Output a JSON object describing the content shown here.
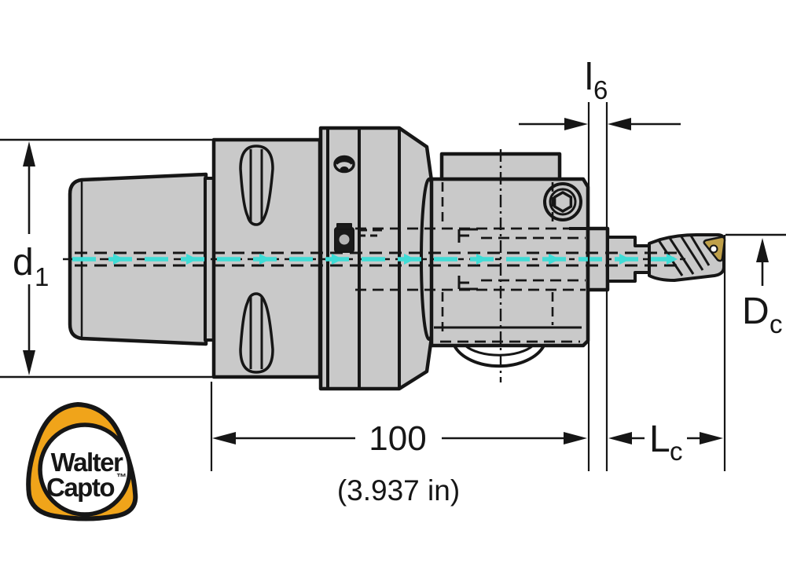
{
  "drawing": {
    "labels": {
      "d1": {
        "base": "d",
        "sub": "1"
      },
      "l6": {
        "base": "l",
        "sub": "6"
      },
      "Dc": {
        "base": "D",
        "sub": "c"
      },
      "Lc": {
        "base": "L",
        "sub": "c"
      },
      "length_mm": "100",
      "length_in": "(3.937 in)"
    },
    "logo": {
      "line1": "Walter",
      "line2": "Capto",
      "trademark": "™"
    },
    "colors": {
      "body_fill": "#c9c9c9",
      "outline": "#161616",
      "coolant": "#3fdcd6",
      "insert_gold": "#bfa04a",
      "logo_orange": "#f0a41a"
    }
  }
}
